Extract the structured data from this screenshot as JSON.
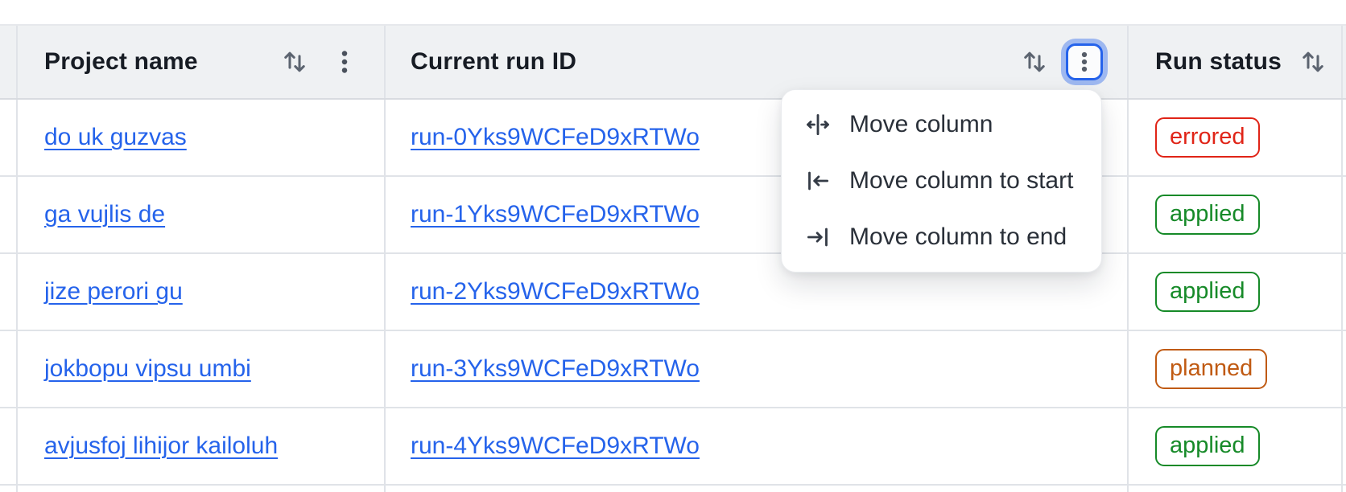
{
  "table": {
    "columns": [
      {
        "label": "Project name"
      },
      {
        "label": "Current run ID"
      },
      {
        "label": "Run status"
      }
    ],
    "rows": [
      {
        "project": "do uk guzvas",
        "run_id": "run-0Yks9WCFeD9xRTWo",
        "status": "errored"
      },
      {
        "project": "ga vujlis de",
        "run_id": "run-1Yks9WCFeD9xRTWo",
        "status": "applied"
      },
      {
        "project": "jize perori gu",
        "run_id": "run-2Yks9WCFeD9xRTWo",
        "status": "applied"
      },
      {
        "project": "jokbopu vipsu umbi",
        "run_id": "run-3Yks9WCFeD9xRTWo",
        "status": "planned"
      },
      {
        "project": "avjusfoj lihijor kailoluh",
        "run_id": "run-4Yks9WCFeD9xRTWo",
        "status": "applied"
      }
    ]
  },
  "column_menu": {
    "items": [
      {
        "label": "Move column",
        "icon": "move-column-icon"
      },
      {
        "label": "Move column to start",
        "icon": "move-column-to-start-icon"
      },
      {
        "label": "Move column to end",
        "icon": "move-column-to-end-icon"
      }
    ]
  },
  "colors": {
    "link": "#2563eb",
    "focus_ring": "#2563eb",
    "header_bg": "#eff1f3",
    "grid_border": "#e0e3e8",
    "status": {
      "errored": "#e02417",
      "applied": "#168a28",
      "planned": "#c05a12"
    }
  }
}
